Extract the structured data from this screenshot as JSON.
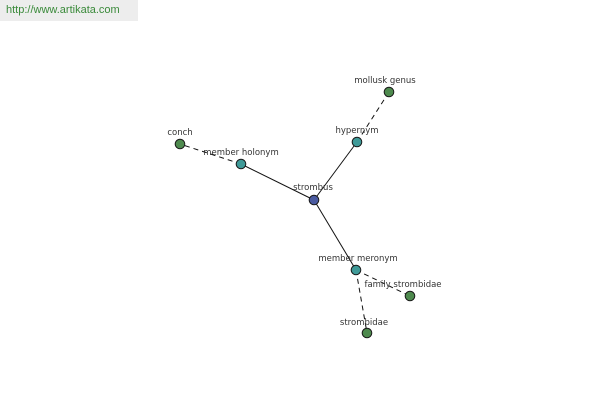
{
  "header": {
    "url": "http://www.artikata.com"
  },
  "colors": {
    "center_node": "#4a5aa0",
    "relation_node": "#3f9a98",
    "leaf_node": "#4e8a4e",
    "edge": "#111111",
    "url_text": "#3a8a3a"
  },
  "graph": {
    "nodes": [
      {
        "id": "strombus",
        "label": "strombus",
        "kind": "center"
      },
      {
        "id": "hypernym",
        "label": "hypernym",
        "kind": "relation"
      },
      {
        "id": "member-holonym",
        "label": "member holonym",
        "kind": "relation"
      },
      {
        "id": "member-meronym",
        "label": "member meronym",
        "kind": "relation"
      },
      {
        "id": "mollusk-genus",
        "label": "mollusk genus",
        "kind": "leaf"
      },
      {
        "id": "conch",
        "label": "conch",
        "kind": "leaf"
      },
      {
        "id": "family-strombidae",
        "label": "family strombidae",
        "kind": "leaf"
      },
      {
        "id": "strombidae",
        "label": "strombidae",
        "kind": "leaf"
      }
    ],
    "edges": [
      {
        "from": "strombus",
        "to": "hypernym",
        "style": "solid"
      },
      {
        "from": "strombus",
        "to": "member-holonym",
        "style": "solid"
      },
      {
        "from": "strombus",
        "to": "member-meronym",
        "style": "solid"
      },
      {
        "from": "hypernym",
        "to": "mollusk-genus",
        "style": "dashed"
      },
      {
        "from": "member-holonym",
        "to": "conch",
        "style": "dashed"
      },
      {
        "from": "member-meronym",
        "to": "family-strombidae",
        "style": "dashed"
      },
      {
        "from": "member-meronym",
        "to": "strombidae",
        "style": "dashed"
      }
    ]
  }
}
